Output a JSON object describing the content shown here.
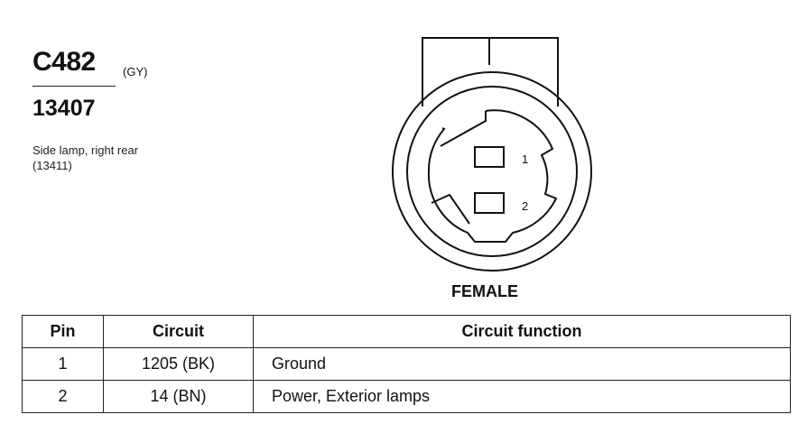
{
  "connector": {
    "id": "C482",
    "color": "(GY)",
    "part_number": "13407",
    "description_line1": "Side lamp, right rear",
    "description_line2": "(13411)",
    "gender": "FEMALE",
    "pin_labels": [
      "1",
      "2"
    ]
  },
  "table": {
    "headers": [
      "Pin",
      "Circuit",
      "Circuit function"
    ],
    "rows": [
      {
        "pin": "1",
        "circuit": "1205 (BK)",
        "function": "Ground"
      },
      {
        "pin": "2",
        "circuit": "14 (BN)",
        "function": "Power, Exterior lamps"
      }
    ]
  }
}
